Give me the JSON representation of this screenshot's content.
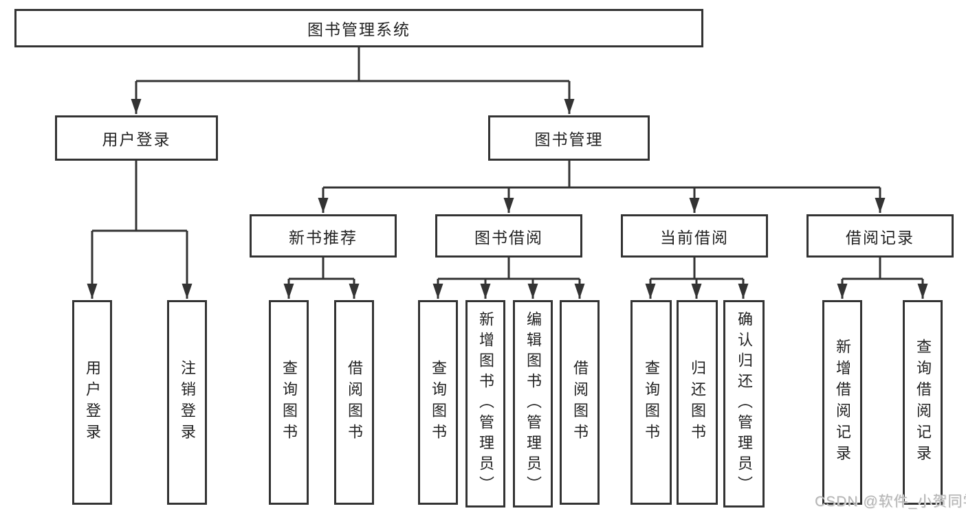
{
  "diagram": {
    "root": {
      "label": "图书管理系统"
    },
    "level2": [
      {
        "label": "用户登录"
      },
      {
        "label": "图书管理"
      }
    ],
    "level3": [
      {
        "label": "新书推荐"
      },
      {
        "label": "图书借阅"
      },
      {
        "label": "当前借阅"
      },
      {
        "label": "借阅记录"
      }
    ],
    "leaves": {
      "user": [
        "用户登录",
        "注销登录"
      ],
      "newbook": [
        "查询图书",
        "借阅图书"
      ],
      "borrow": [
        "查询图书",
        "新增图书（管理员）",
        "编辑图书（管理员）",
        "借阅图书"
      ],
      "current": [
        "查询图书",
        "归还图书",
        "确认归还（管理员）"
      ],
      "records": [
        "新增借阅记录",
        "查询借阅记录"
      ]
    }
  },
  "watermark": {
    "text": "CSDN @软件_小贺同学"
  },
  "colors": {
    "line": "#333333",
    "text": "#222222",
    "watermark": "#b5b5b5",
    "background": "#ffffff"
  }
}
